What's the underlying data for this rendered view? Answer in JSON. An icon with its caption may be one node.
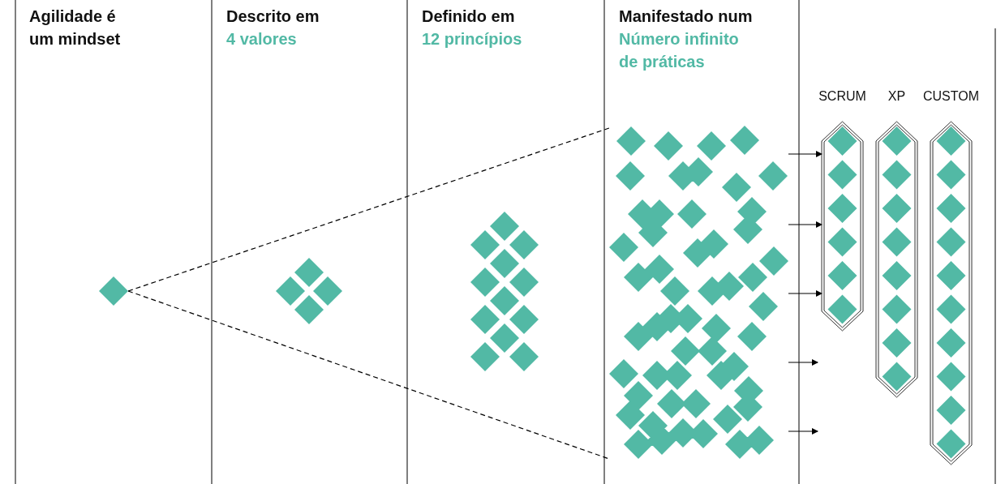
{
  "diagram": {
    "nodes": [
      {
        "text": [
          "Agilidade é um mindset"
        ]
      },
      {
        "text": [
          "Descrito em",
          "4 valores"
        ]
      },
      {
        "text": [
          "Definido em",
          "12 princípios"
        ]
      },
      {
        "text": [
          "Manifestado num",
          "Número infinito de práticas"
        ]
      },
      {
        "text": [],
        "shape": "diamond"
      },
      {
        "text": [],
        "shape": "diamond"
      },
      {
        "text": [],
        "shape": "diamond"
      },
      {
        "text": [],
        "shape": "diamond"
      },
      {
        "text": [
          "SCRUM"
        ]
      },
      {
        "text": [
          "XP"
        ]
      },
      {
        "text": [
          "CUSTOM"
        ]
      }
    ],
    "edges": [
      {
        "from": 4,
        "to": 7,
        "arrow": "none",
        "style": "dashed"
      },
      {
        "from": 4,
        "to": 7,
        "arrow": "none",
        "style": "dashed"
      },
      {
        "from": 7,
        "to": 8,
        "arrow": "to"
      },
      {
        "from": 7,
        "to": 8,
        "arrow": "to"
      },
      {
        "from": 7,
        "to": 8,
        "arrow": "to"
      },
      {
        "from": 7,
        "to": null,
        "arrow": "to"
      },
      {
        "from": 7,
        "to": null,
        "arrow": "to"
      }
    ]
  }
}
